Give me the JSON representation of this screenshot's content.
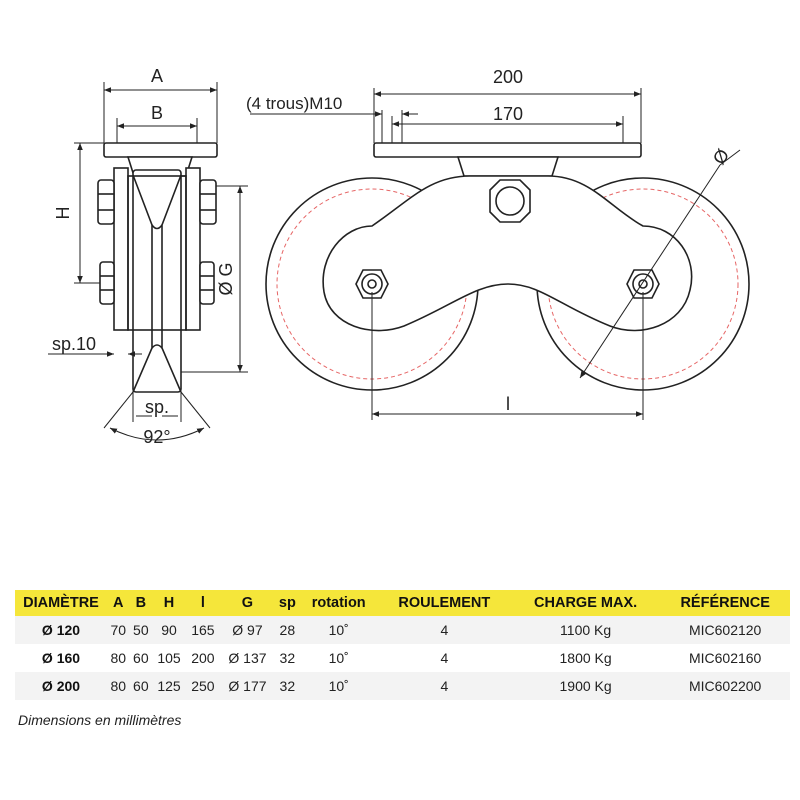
{
  "drawing": {
    "dim_A": "A",
    "dim_B": "B",
    "dim_H": "H",
    "dim_G": "Ø G",
    "dim_sp10": "sp.10",
    "dim_sp": "sp.",
    "dim_angle": "92°",
    "dim_200": "200",
    "dim_170": "170",
    "dim_holes": "(4 trous)M10",
    "dim_l": "l",
    "dim_diam_symbol": "Ø"
  },
  "table": {
    "headers": [
      "DIAMÈTRE",
      "A",
      "B",
      "H",
      "l",
      "G",
      "sp",
      "rotation",
      "ROULEMENT",
      "CHARGE MAX.",
      "RÉFÉRENCE"
    ],
    "rows": [
      [
        "Ø 120",
        "70",
        "50",
        "90",
        "165",
        "Ø 97",
        "28",
        "10˚",
        "4",
        "1100 Kg",
        "MIC602120"
      ],
      [
        "Ø 160",
        "80",
        "60",
        "105",
        "200",
        "Ø 137",
        "32",
        "10˚",
        "4",
        "1800 Kg",
        "MIC602160"
      ],
      [
        "Ø 200",
        "80",
        "60",
        "125",
        "250",
        "Ø 177",
        "32",
        "10˚",
        "4",
        "1900 Kg",
        "MIC602200"
      ]
    ],
    "header_color": "#f5e63a"
  },
  "note": "Dimensions en millimètres"
}
